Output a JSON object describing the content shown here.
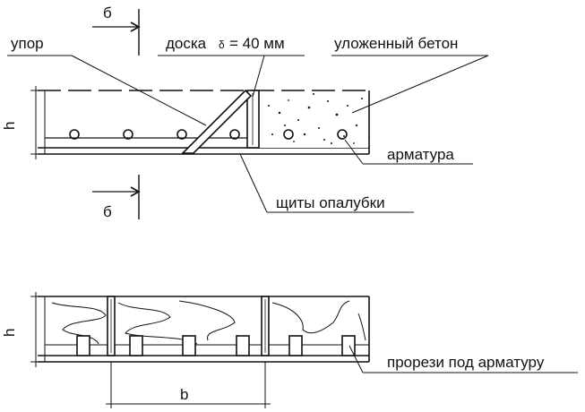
{
  "labels": {
    "section_mark_top": "б",
    "section_mark_bottom": "б",
    "stop": "упор",
    "board": "доска",
    "board_symbol": "δ",
    "board_value": "= 40 мм",
    "placed_concrete": "уложенный бетон",
    "rebar": "арматура",
    "formwork_panels": "щиты опалубки",
    "height_top": "h",
    "height_bottom": "h",
    "rebar_slots": "прорези под арматуру",
    "width": "b"
  }
}
